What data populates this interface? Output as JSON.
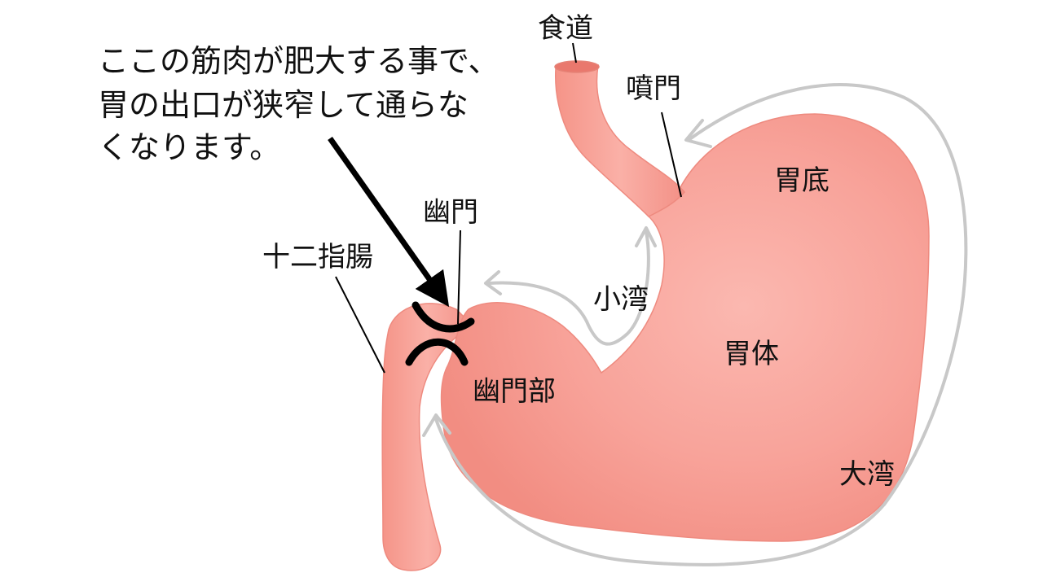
{
  "note": {
    "lines": [
      "ここの筋肉が肥大する事で、",
      "胃の出口が狭窄して通らな",
      "くなります。"
    ]
  },
  "labels": {
    "esophagus": "食道",
    "cardia": "噴門",
    "fundus": "胃底",
    "pylorus": "幽門",
    "duodenum": "十二指腸",
    "lesser_curvature": "小湾",
    "body": "胃体",
    "pyloric_part": "幽門部",
    "greater_curvature": "大湾"
  },
  "colors": {
    "stomach_fill": "#f79a90",
    "stomach_light": "#fbb7ae",
    "stomach_edge": "#e98478",
    "esophagus_opening": "#e9786d",
    "arrow_gray": "#c8c8c8",
    "text": "#111111"
  }
}
